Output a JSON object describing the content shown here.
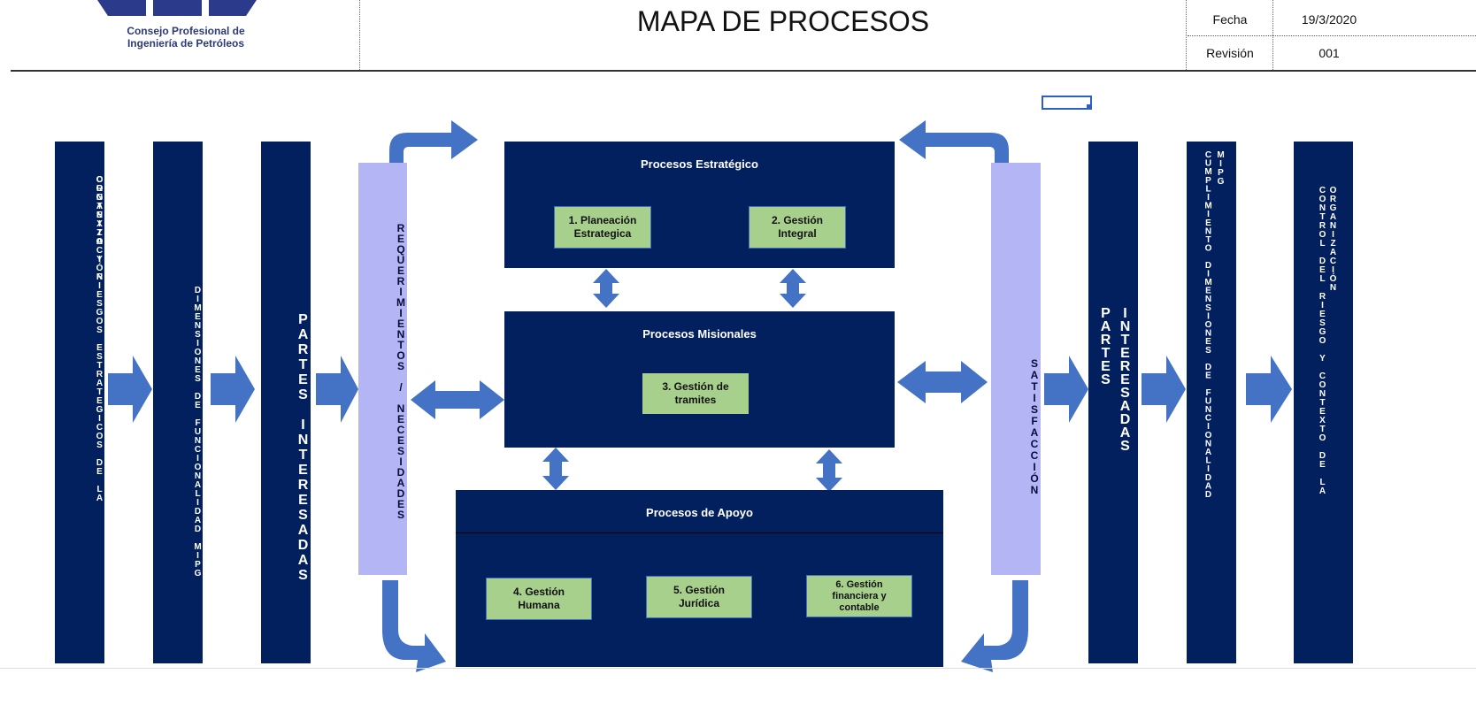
{
  "header": {
    "title": "MAPA DE PROCESOS",
    "logo_text": "Consejo Profesional de\nIngeniería de Petróleos",
    "fecha_label": "Fecha",
    "fecha_value": "19/3/2020",
    "revision_label": "Revisión",
    "revision_value": "001"
  },
  "columns": {
    "contexto": "CONTEXTO Y RIESGOS ESTRATEGICOS DE LA",
    "contexto_org": "ORGANIZACIÓN",
    "dimensiones": "DIMENSIONES DE FUNCIONALIDAD MIPG",
    "partes_left": "PARTES INTERESADAS",
    "requerimientos": "REQUERIMIENTOS / NECESIDADES",
    "satisfaccion": "SATISFACCIÓN",
    "partes_right_a": "PARTES",
    "partes_right_b": "INTERESADAS",
    "cumplimiento": "CUMPLIMIENTO DIMENSIONES DE FUNCIONALIDAD",
    "cumplimiento_mipg": "MIPG",
    "control": "CONTROL DEL RIESGO Y CONTEXTO DE LA",
    "control_org": "ORGANIZACIÓN"
  },
  "processes": {
    "estrategico": {
      "title": "Procesos Estratégico",
      "items": [
        "1. Planeación\nEstrategica",
        "2. Gestión\nIntegral"
      ]
    },
    "misionales": {
      "title": "Procesos Misionales",
      "items": [
        "3. Gestión de\ntramites"
      ]
    },
    "apoyo": {
      "title": "Procesos de Apoyo",
      "items": [
        "4. Gestión\nHumana",
        "5. Gestión\nJurídica",
        "6. Gestión\nfinanciera y\ncontable"
      ]
    }
  },
  "colors": {
    "dark_blue": "#02205e",
    "light_purple": "#b4b5f5",
    "arrow_blue": "#4472c4",
    "green": "#a8d08d"
  }
}
